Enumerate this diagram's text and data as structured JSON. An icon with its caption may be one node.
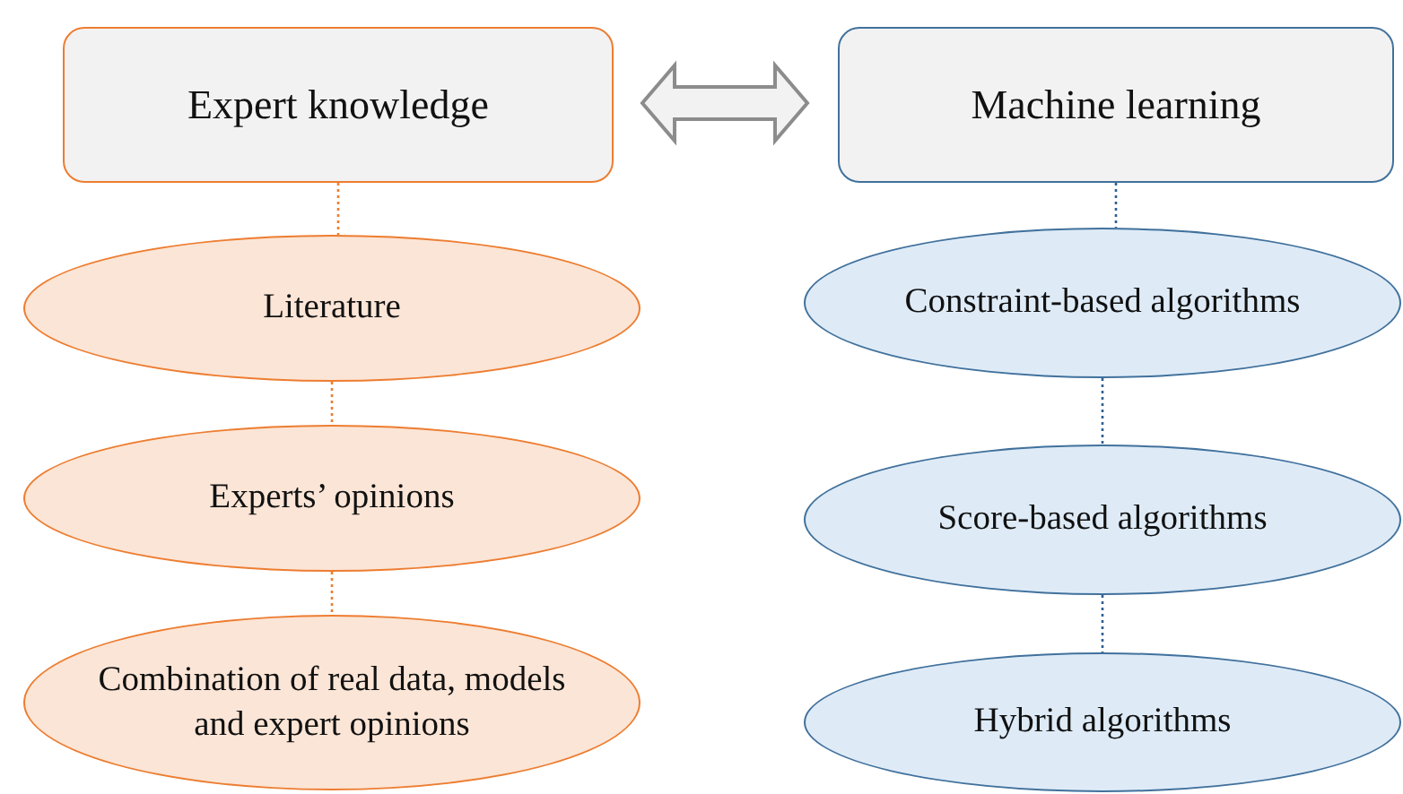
{
  "diagram": {
    "nodes": [
      {
        "text": [
          "Expert knowledge"
        ]
      },
      {
        "text": [
          "Machine learning"
        ]
      },
      {
        "text": [
          "Literature"
        ]
      },
      {
        "text": [
          "Experts’ opinions"
        ]
      },
      {
        "text": [
          "Combination of real data, models and expert opinions"
        ]
      },
      {
        "text": [
          "Constraint-based algorithms"
        ]
      },
      {
        "text": [
          "Score-based algorithms"
        ]
      },
      {
        "text": [
          "Hybrid algorithms"
        ]
      }
    ],
    "edges": [
      {
        "from": 0,
        "to": 1,
        "arrow": "both",
        "style": "thick",
        "color": "#8c8c8c"
      },
      {
        "from": 0,
        "to": 2,
        "arrow": "none",
        "style": "dashed",
        "color": "#ed7d31"
      },
      {
        "from": 2,
        "to": 3,
        "arrow": "none",
        "style": "dashed",
        "color": "#ed7d31"
      },
      {
        "from": 3,
        "to": 4,
        "arrow": "none",
        "style": "dashed",
        "color": "#ed7d31"
      },
      {
        "from": 1,
        "to": 5,
        "arrow": "none",
        "style": "dashed",
        "color": "#2f5f8f"
      },
      {
        "from": 5,
        "to": 6,
        "arrow": "none",
        "style": "dashed",
        "color": "#2f5f8f"
      },
      {
        "from": 6,
        "to": 7,
        "arrow": "none",
        "style": "dashed",
        "color": "#2f5f8f"
      }
    ]
  }
}
